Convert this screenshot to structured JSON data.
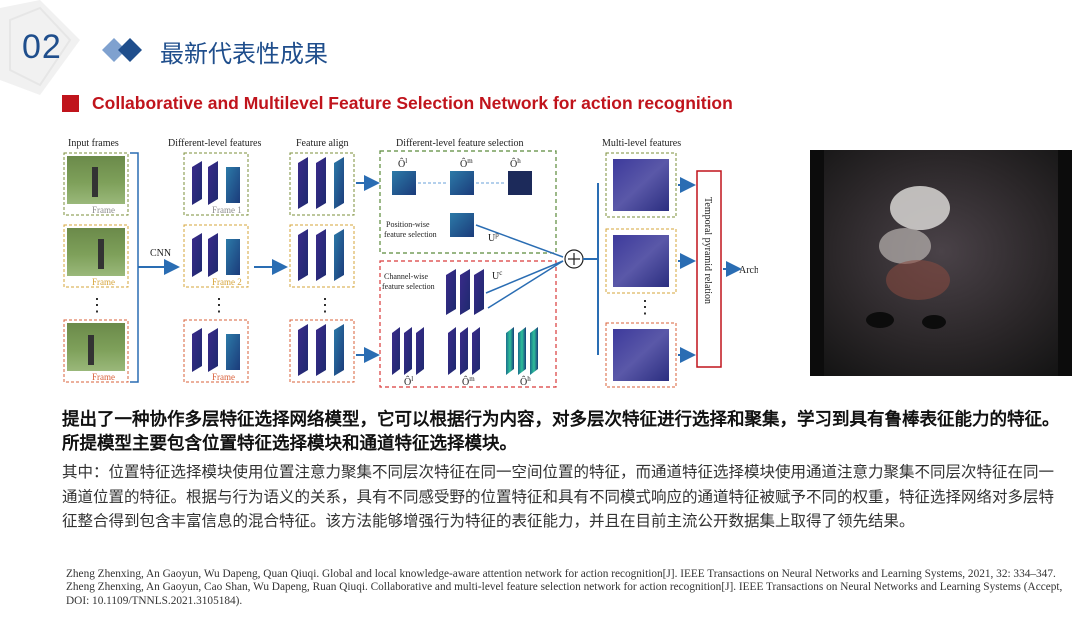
{
  "section": {
    "number": "02",
    "title": "最新代表性成果"
  },
  "subtitle": "Collaborative and Multilevel Feature Selection Network for action recognition",
  "figure": {
    "col_input": "Input frames",
    "col_levels": "Different-level features",
    "col_align": "Feature align",
    "col_selection": "Different-level feature selection",
    "col_multi": "Multi-level features",
    "frame1": "Frame",
    "frame2": "Frame",
    "frame3": "Frame",
    "frame_l1": "Frame 1",
    "frame_l2": "Frame 2",
    "frame_l3": "Frame",
    "cnn": "CNN",
    "position_wise_1": "Position-wise",
    "position_wise_2": "feature selection",
    "channel_wise_1": "Channel-wise",
    "channel_wise_2": "feature selection",
    "temporal": "Temporal pyramid relation",
    "output": "Archery",
    "o_l": "Ô",
    "o_l_sup": "l",
    "o_m": "Ô",
    "o_m_sup": "m",
    "o_h": "Ô",
    "o_h_sup": "h",
    "u_p": "U",
    "u_p_sup": "p",
    "u_c": "U",
    "u_c_sup": "c",
    "oc_l": "Ô",
    "oc_l_sup": "l",
    "oc_m": "Ô",
    "oc_m_sup": "m",
    "oc_h": "Ô",
    "oc_h_sup": "h",
    "dots": "⋮"
  },
  "paragraph1": "提出了一种协作多层特征选择网络模型，它可以根据行为内容，对多层次特征进行选择和聚集，学习到具有鲁棒表征能力的特征。所提模型主要包含位置特征选择模块和通道特征选择模块。",
  "paragraph2": "其中：位置特征选择模块使用位置注意力聚集不同层次特征在同一空间位置的特征，而通道特征选择模块使用通道注意力聚集不同层次特征在同一通道位置的特征。根据与行为语义的关系，具有不同感受野的位置特征和具有不同模式响应的通道特征被赋予不同的权重，特征选择网络对多层特征整合得到包含丰富信息的混合特征。该方法能够增强行为特征的表征能力，并且在目前主流公开数据集上取得了领先结果。",
  "references": [
    "Zheng Zhenxing, An Gaoyun, Wu Dapeng, Quan Qiuqi. Global and local knowledge-aware attention network for action recognition[J]. IEEE Transactions on Neural Networks and Learning Systems, 2021, 32: 334–347.",
    "Zheng Zhenxing, An Gaoyun, Cao Shan, Wu Dapeng, Ruan Qiuqi. Collaborative and multi-level feature selection network for action recognition[J]. IEEE Transactions on Neural Networks and Learning Systems (Accept, DOI: 10.1109/TNNLS.2021.3105184)."
  ],
  "colors": {
    "brand_blue": "#1f4e8c",
    "accent_red": "#c0141c"
  }
}
